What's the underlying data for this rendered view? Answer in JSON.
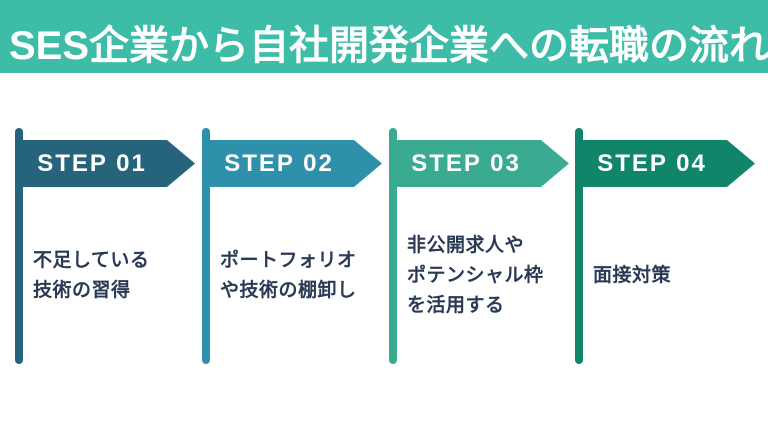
{
  "header": {
    "title": "SES企業から自社開発企業への転職の流れ",
    "bg_color": "#3DBCA8",
    "text_color": "#FFFFFF"
  },
  "description_text_color": "#2B3A54",
  "steps": [
    {
      "label": "STEP 01",
      "description": "不足している\n技術の習得",
      "color": "#26647B"
    },
    {
      "label": "STEP 02",
      "description": "ポートフォリオ\nや技術の棚卸し",
      "color": "#2F90AB"
    },
    {
      "label": "STEP 03",
      "description": "非公開求人や\nポテンシャル枠\nを活用する",
      "color": "#3AAB91"
    },
    {
      "label": "STEP 04",
      "description": "面接対策",
      "color": "#10856A"
    }
  ]
}
